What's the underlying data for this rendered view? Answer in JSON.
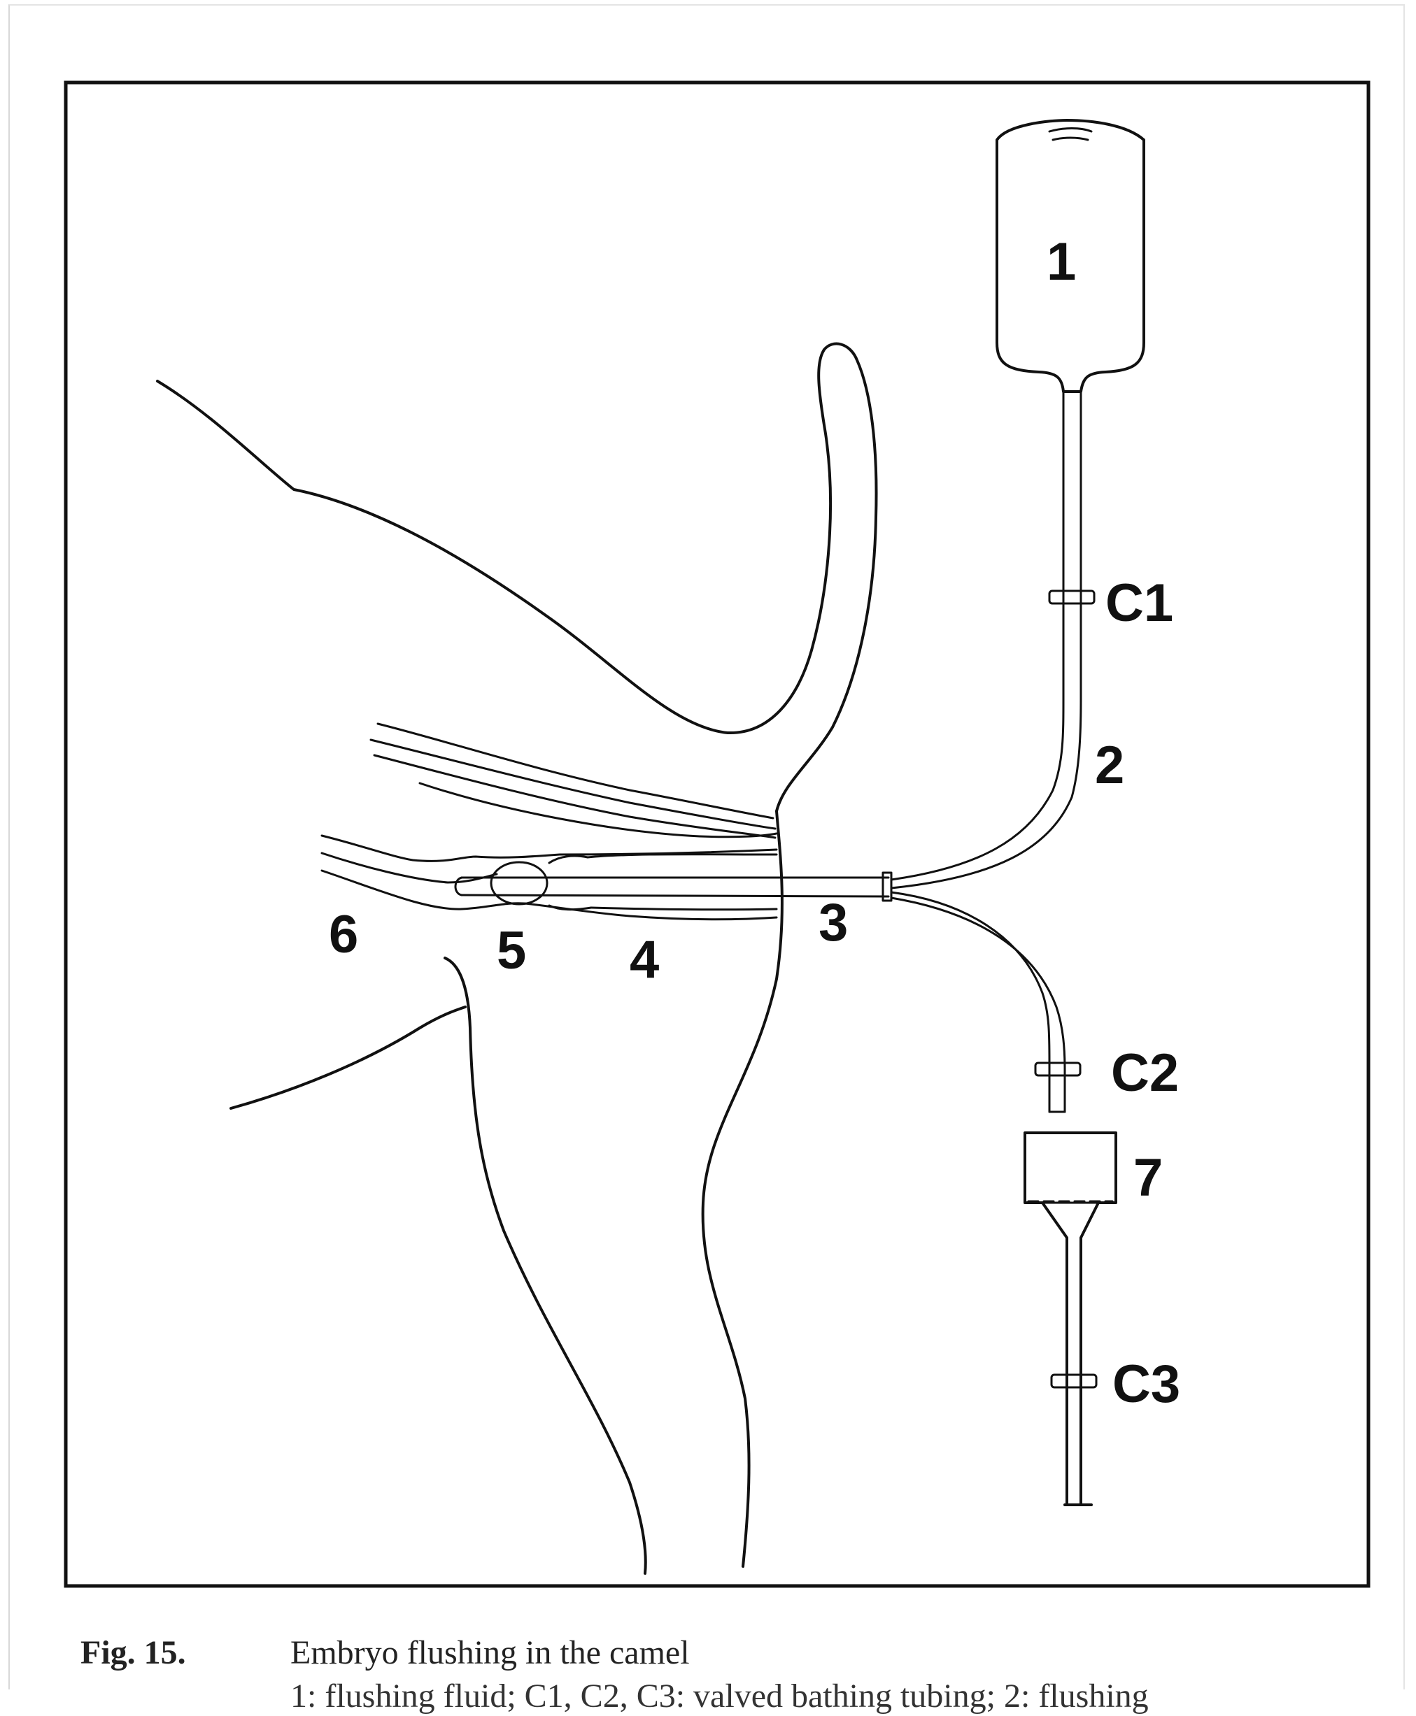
{
  "figure": {
    "labels": {
      "l1": "1",
      "l2": "2",
      "l3": "3",
      "l4": "4",
      "l5": "5",
      "l6": "6",
      "l7": "7",
      "c1": "C1",
      "c2": "C2",
      "c3": "C3"
    }
  },
  "caption": {
    "number": "Fig. 15.",
    "title": "Embryo flushing in the camel",
    "continuation": "1: flushing fluid; C1, C2, C3: valved bathing tubing; 2: flushing"
  }
}
